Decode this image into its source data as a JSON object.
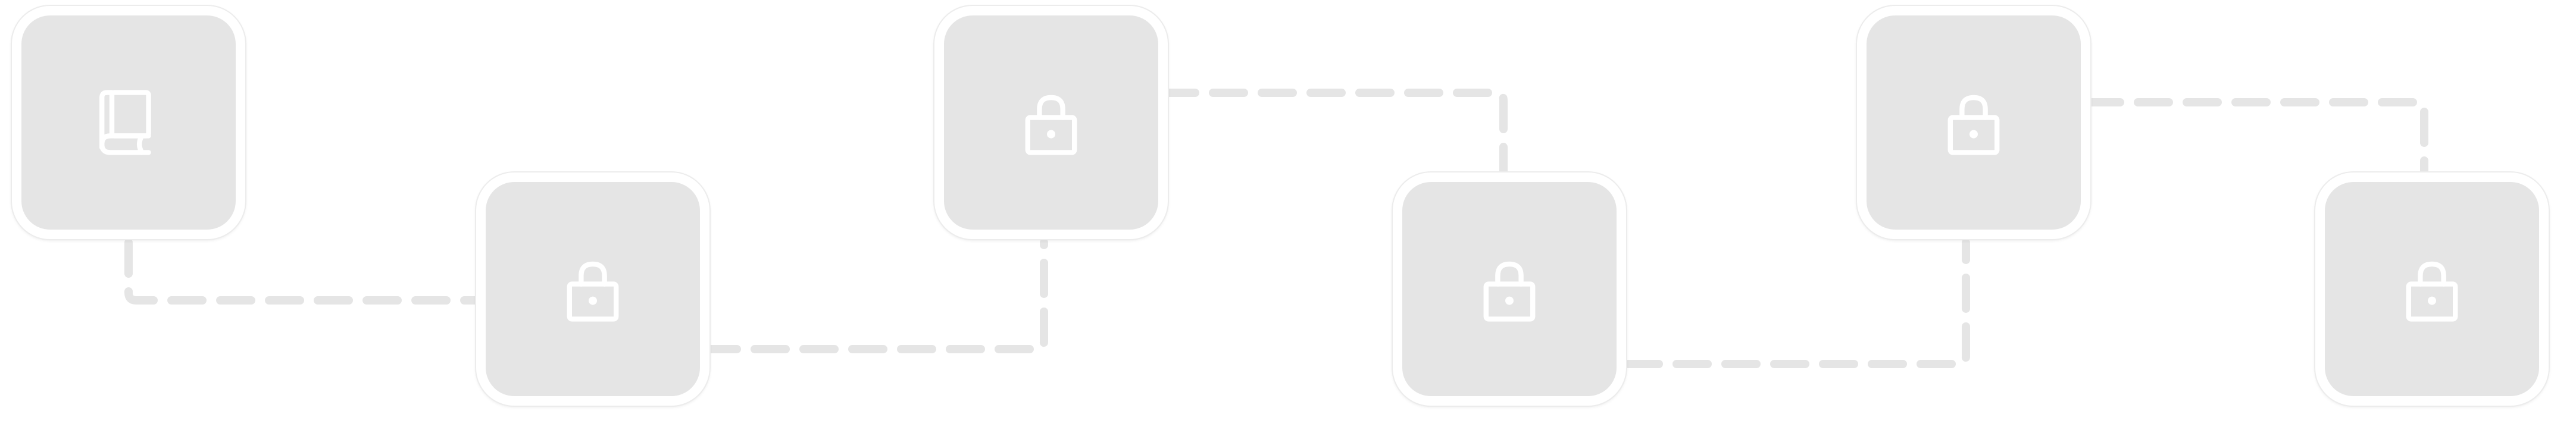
{
  "path": {
    "line_color": "#e5e5e5",
    "node_fill": "#e5e5e5",
    "node_border": "#ffffff",
    "icon_color": "#ffffff"
  },
  "nodes": [
    {
      "icon": "book-icon",
      "state": "unlocked"
    },
    {
      "icon": "lock-icon",
      "state": "locked"
    },
    {
      "icon": "lock-icon",
      "state": "locked"
    },
    {
      "icon": "lock-icon",
      "state": "locked"
    },
    {
      "icon": "lock-icon",
      "state": "locked"
    },
    {
      "icon": "lock-icon",
      "state": "locked"
    }
  ]
}
